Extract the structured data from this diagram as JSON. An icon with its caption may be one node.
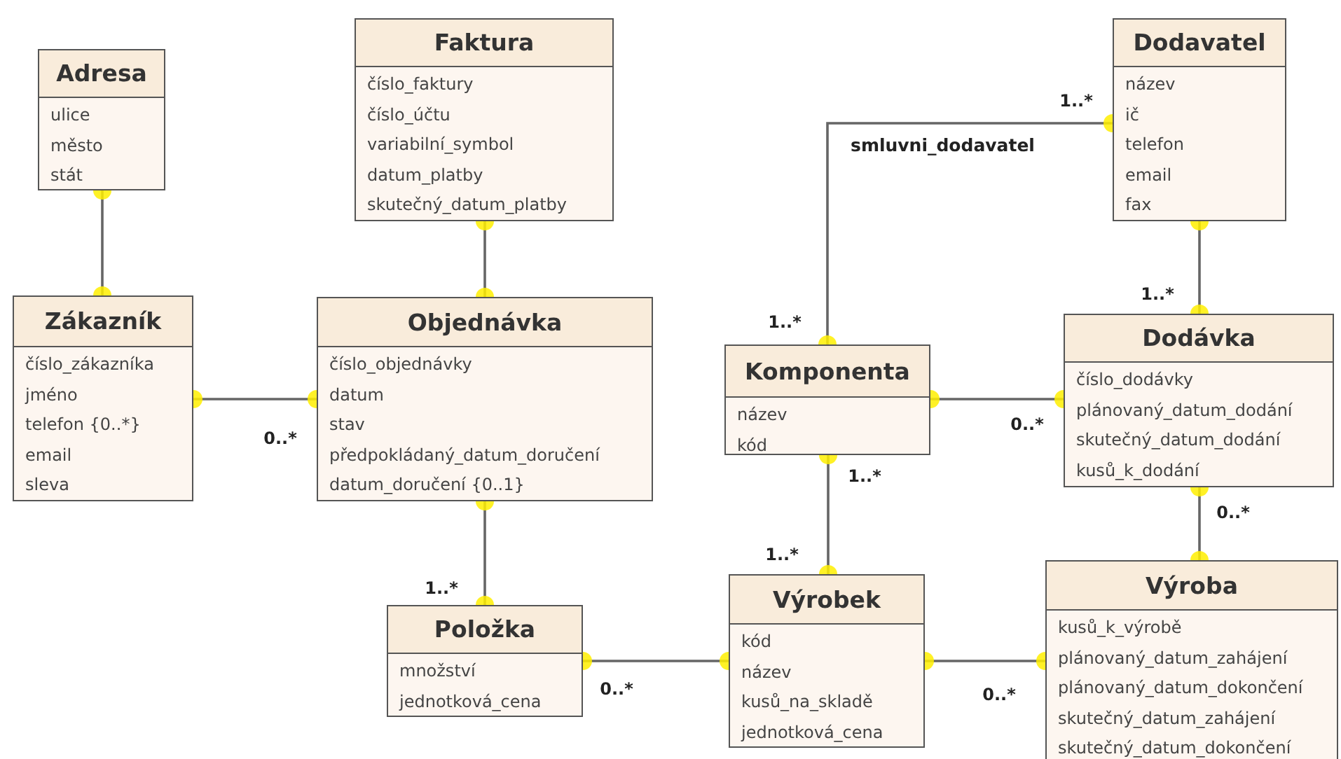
{
  "diagram": {
    "nodes": [
      {
        "text": [
          "Adresa",
          "ulice",
          "město",
          "stát"
        ]
      },
      {
        "text": [
          "Faktura",
          "číslo_faktury",
          "číslo_účtu",
          "variabilní_symbol",
          "datum_platby",
          "skutečný_datum_platby"
        ]
      },
      {
        "text": [
          "Dodavatel",
          "název",
          "ič",
          "telefon",
          "email",
          "fax"
        ]
      },
      {
        "text": [
          "Zákazník",
          "číslo_zákazníka",
          "jméno",
          "telefon {0..*}",
          "email",
          "sleva"
        ]
      },
      {
        "text": [
          "Objednávka",
          "číslo_objednávky",
          "datum",
          "stav",
          "předpokládaný_datum_doručení",
          "datum_doručení {0..1}"
        ]
      },
      {
        "text": [
          "Komponenta",
          "název",
          "kód"
        ]
      },
      {
        "text": [
          "Dodávka",
          "číslo_dodávky",
          "plánovaný_datum_dodání",
          "skutečný_datum_dodání",
          "kusů_k_dodání"
        ]
      },
      {
        "text": [
          "Položka",
          "množství",
          "jednotková_cena"
        ]
      },
      {
        "text": [
          "Výrobek",
          "kód",
          "název",
          "kusů_na_skladě",
          "jednotková_cena"
        ]
      },
      {
        "text": [
          "Výroba",
          "kusů_k_výrobě",
          "plánovaný_datum_zahájení",
          "plánovaný_datum_dokončení",
          "skutečný_datum_zahájení",
          "skutečný_datum_dokončení"
        ]
      }
    ],
    "edges": [
      {
        "from": 0,
        "to": 3,
        "arrow": "other"
      },
      {
        "from": 1,
        "to": 4,
        "arrow": "other"
      },
      {
        "from": 3,
        "to": 4,
        "arrow": "other"
      },
      {
        "from": 4,
        "to": 7,
        "arrow": "other"
      },
      {
        "from": 7,
        "to": 8,
        "arrow": "other"
      },
      {
        "from": 5,
        "to": 2,
        "arrow": "other",
        "label": "smluvni_dodavatel"
      },
      {
        "from": 2,
        "to": 6,
        "arrow": "other"
      },
      {
        "from": 5,
        "to": 6,
        "arrow": "other"
      },
      {
        "from": 5,
        "to": 8,
        "arrow": "other"
      },
      {
        "from": 8,
        "to": 9,
        "arrow": "other"
      },
      {
        "from": 6,
        "to": 9,
        "arrow": "other"
      }
    ],
    "labels": [
      "1..*",
      "1..*",
      "1..*",
      "0..*",
      "0..*",
      "1..*",
      "0..*",
      "1..*",
      "1..*",
      "0..*",
      "0..*"
    ]
  }
}
